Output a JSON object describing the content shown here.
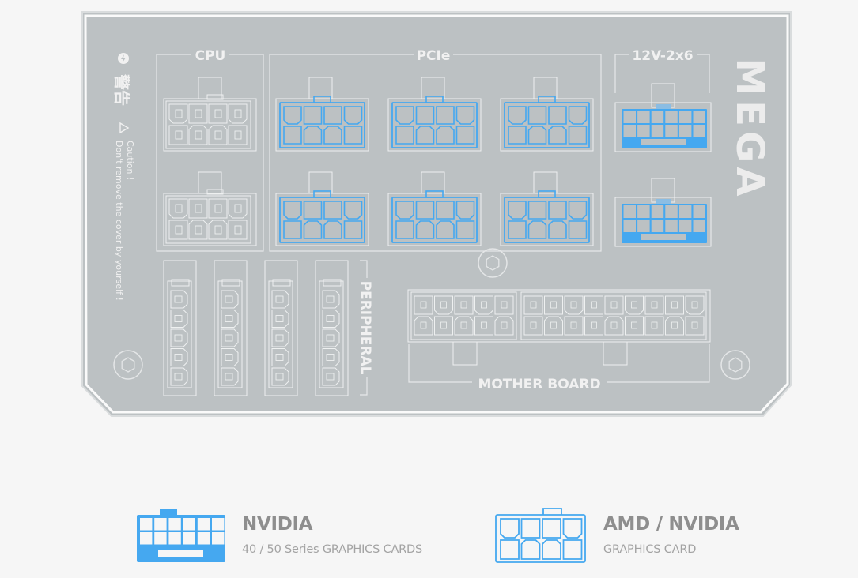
{
  "diagram": {
    "brand_logo": "MEGA",
    "warning": {
      "chinese_label": "警告",
      "caution_title": "Caution !",
      "caution_text": "Don't remove the cover by yourself !"
    },
    "sections": {
      "cpu": {
        "label": "CPU",
        "connector_count": 2,
        "pins_per_connector": 8
      },
      "pcie": {
        "label": "PCIe",
        "connector_count": 6,
        "pins_per_connector": 8
      },
      "high_power": {
        "label": "12V-2x6",
        "connector_count": 2,
        "pins_per_connector": 12
      },
      "peripheral": {
        "label": "PERIPHERAL",
        "connector_count": 4,
        "pins_per_connector": 5
      },
      "motherboard": {
        "label": "MOTHER BOARD",
        "pin_groups": [
          10,
          18
        ]
      }
    },
    "colors": {
      "panel": "#bcc1c3",
      "outline": "#eeeeee",
      "accent_blue": "#45a8f0",
      "page_bg": "#f6f6f6"
    }
  },
  "legend": [
    {
      "icon": "12v-2x6-connector-icon",
      "title": "NVIDIA",
      "subtitle": "40 / 50 Series  GRAPHICS CARDS"
    },
    {
      "icon": "pcie-8pin-connector-icon",
      "title": "AMD / NVIDIA",
      "subtitle": "GRAPHICS CARD"
    }
  ]
}
